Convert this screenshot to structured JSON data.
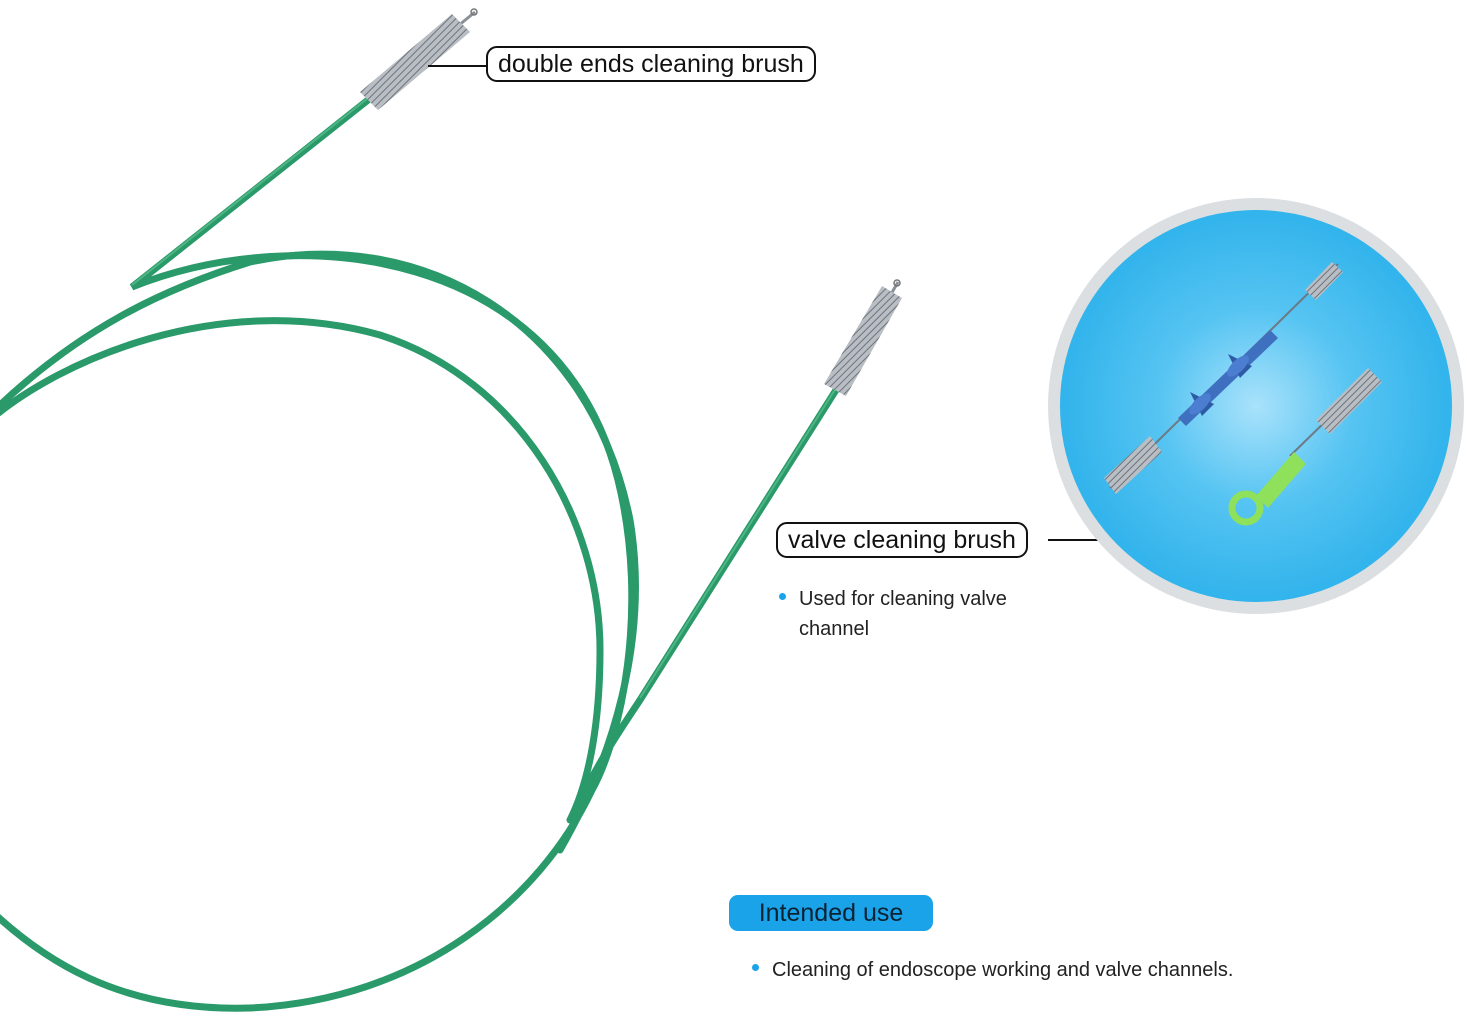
{
  "labels": {
    "double_ends": "double ends cleaning brush",
    "valve": "valve cleaning brush"
  },
  "valve_description": [
    "Used for cleaning valve channel"
  ],
  "intended_use": {
    "heading": "Intended use",
    "items": [
      "Cleaning of endoscope working and valve channels."
    ]
  },
  "colors": {
    "cable_green": "#2a9a6a",
    "accent_blue": "#1aa3e8",
    "circle_blue": "#3ab8ee",
    "circle_ring": "#dcdfe2",
    "handle_blue": "#3f6fbf",
    "handle_green": "#8fe05a"
  },
  "icons": {
    "brush_tip": "spiral-bristle-brush",
    "bullet": "blue-dot"
  }
}
